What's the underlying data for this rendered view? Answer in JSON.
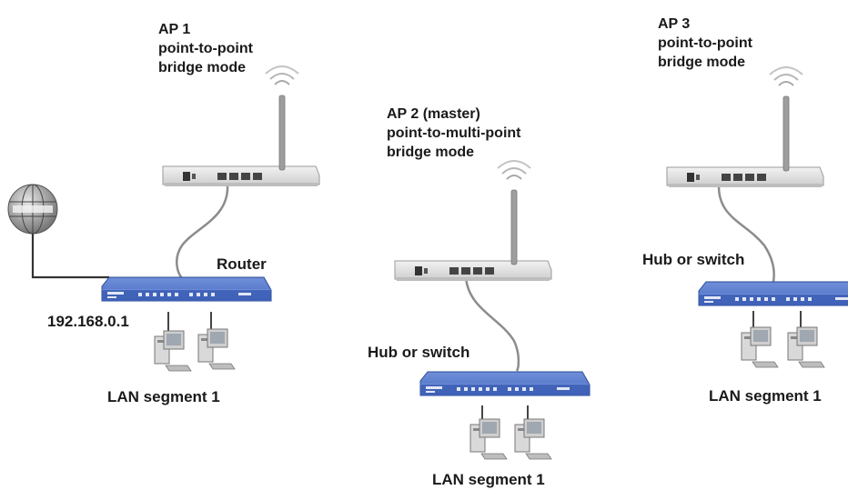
{
  "ap1": {
    "lines": [
      "AP 1",
      "point-to-point",
      "bridge mode"
    ]
  },
  "ap2": {
    "lines": [
      "AP 2 (master)",
      "point-to-multi-point",
      "bridge mode"
    ]
  },
  "ap3": {
    "lines": [
      "AP 3",
      "point-to-point",
      "bridge mode"
    ]
  },
  "router_label": "Router",
  "router_ip": "192.168.0.1",
  "hub_label_middle": "Hub or switch",
  "hub_label_right": "Hub or switch",
  "lan_left": "LAN segment 1",
  "lan_middle": "LAN segment 1",
  "lan_right": "LAN segment 1",
  "colors": {
    "switch_blue": "#3d5fb5",
    "ap_body": "#e4e4e4",
    "cable": "#8c8c8c",
    "internet_cable": "#333333"
  },
  "icons": [
    "globe-icon",
    "access-point-icon",
    "router-icon",
    "switch-icon",
    "computer-icon"
  ]
}
